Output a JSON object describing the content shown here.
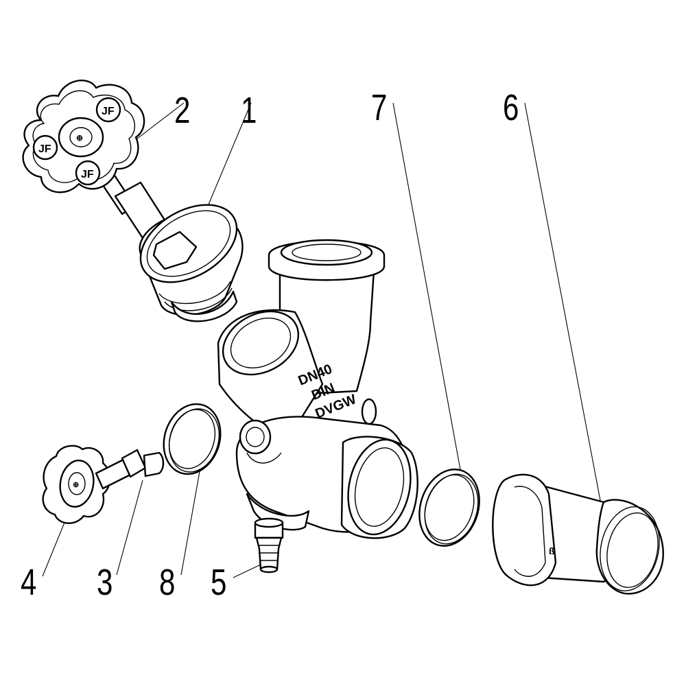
{
  "callouts": {
    "c1": "1",
    "c2": "2",
    "c3": "3",
    "c4": "4",
    "c5": "5",
    "c6": "6",
    "c7": "7",
    "c8": "8"
  },
  "body_marking": {
    "line1": "DN40",
    "line2": "DIN",
    "line3": "DVGW"
  }
}
